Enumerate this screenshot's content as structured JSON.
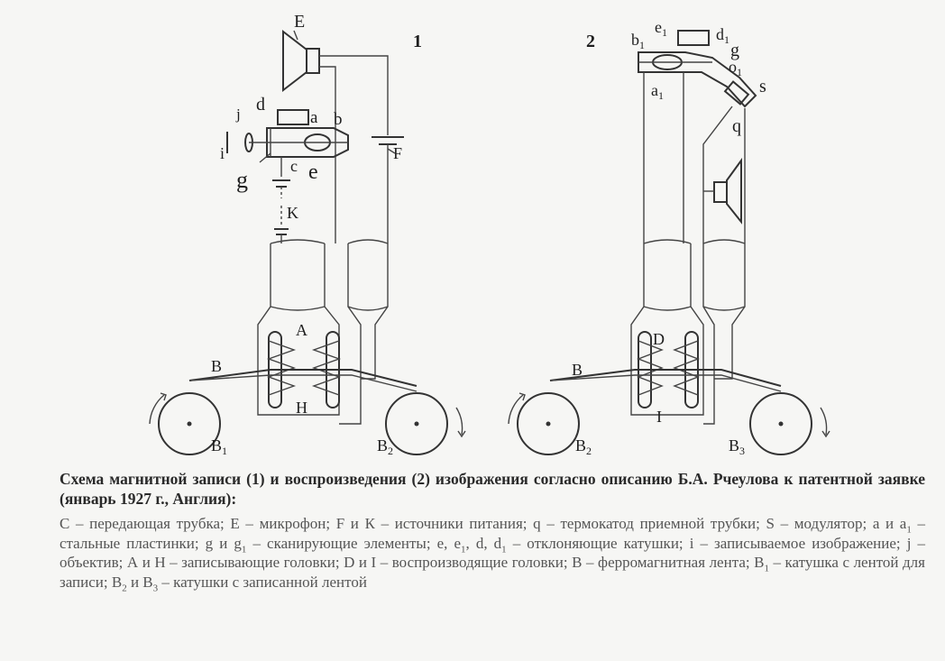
{
  "diagram": {
    "panel_numbers": [
      "1",
      "2"
    ],
    "labels_1": {
      "E": "E",
      "F": "F",
      "d": "d",
      "a": "a",
      "b": "b",
      "j": "j",
      "i": "i",
      "g": "g",
      "c": "c",
      "e": "e",
      "K": "K",
      "A": "A",
      "H": "H",
      "B": "B",
      "B1": "B",
      "B1_sub": "1",
      "B2": "B",
      "B2_sub": "2"
    },
    "labels_2": {
      "b1": "b",
      "b1_sub": "1",
      "e1": "e",
      "e1_sub": "1",
      "d1": "d",
      "d1_sub": "1",
      "g": "g",
      "o1": "o",
      "o1_sub": "1",
      "a1": "a",
      "a1_sub": "1",
      "s": "s",
      "q": "q",
      "D": "D",
      "I": "I",
      "B": "B",
      "B2": "B",
      "B2_sub": "2",
      "B3": "B",
      "B3_sub": "3"
    }
  },
  "caption": {
    "title": "Схема магнитной записи (1) и воспроизведения (2) изображения согласно описанию Б.А. Рчеулова к патентной заявке (январь 1927 г., Англия):",
    "body": [
      {
        "t": "С – передающая трубка; Е – микрофон; F и К – источники питания; q – термокатод приемной трубки; S – модулятор; a и a"
      },
      {
        "sub": "1"
      },
      {
        "t": " – стальные пластинки; g и g"
      },
      {
        "sub": "1"
      },
      {
        "t": " – сканирующие элементы; e, e"
      },
      {
        "sub": "1"
      },
      {
        "t": ", d, d"
      },
      {
        "sub": "1"
      },
      {
        "t": " – отклоняющие катушки; i – записываемое изображение; j – объектив; А и Н – записывающие головки; D и I – воспроизводящие головки; В – ферромагнитная лента; В"
      },
      {
        "sub": "1"
      },
      {
        "t": " – катушка с лентой для записи; В"
      },
      {
        "sub": "2"
      },
      {
        "t": " и В"
      },
      {
        "sub": "3"
      },
      {
        "t": " – катушки с записанной лентой"
      }
    ]
  }
}
